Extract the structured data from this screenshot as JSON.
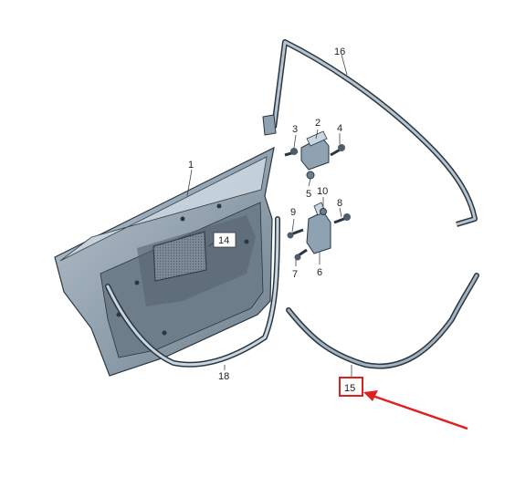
{
  "diagram": {
    "part_labels": {
      "p1": "1",
      "p2": "2",
      "p3": "3",
      "p4": "4",
      "p5": "5",
      "p6": "6",
      "p7": "7",
      "p8": "8",
      "p9": "9",
      "p10": "10",
      "p14": "14",
      "p15": "15",
      "p16": "16",
      "p18": "18"
    },
    "highlighted_part": "15",
    "colors": {
      "part_fill": "#8ea2b2",
      "part_dark": "#4e5d69",
      "part_light": "#c9d6df",
      "outline": "#2b3640",
      "highlight": "#e02020",
      "leader": "#444444"
    }
  }
}
